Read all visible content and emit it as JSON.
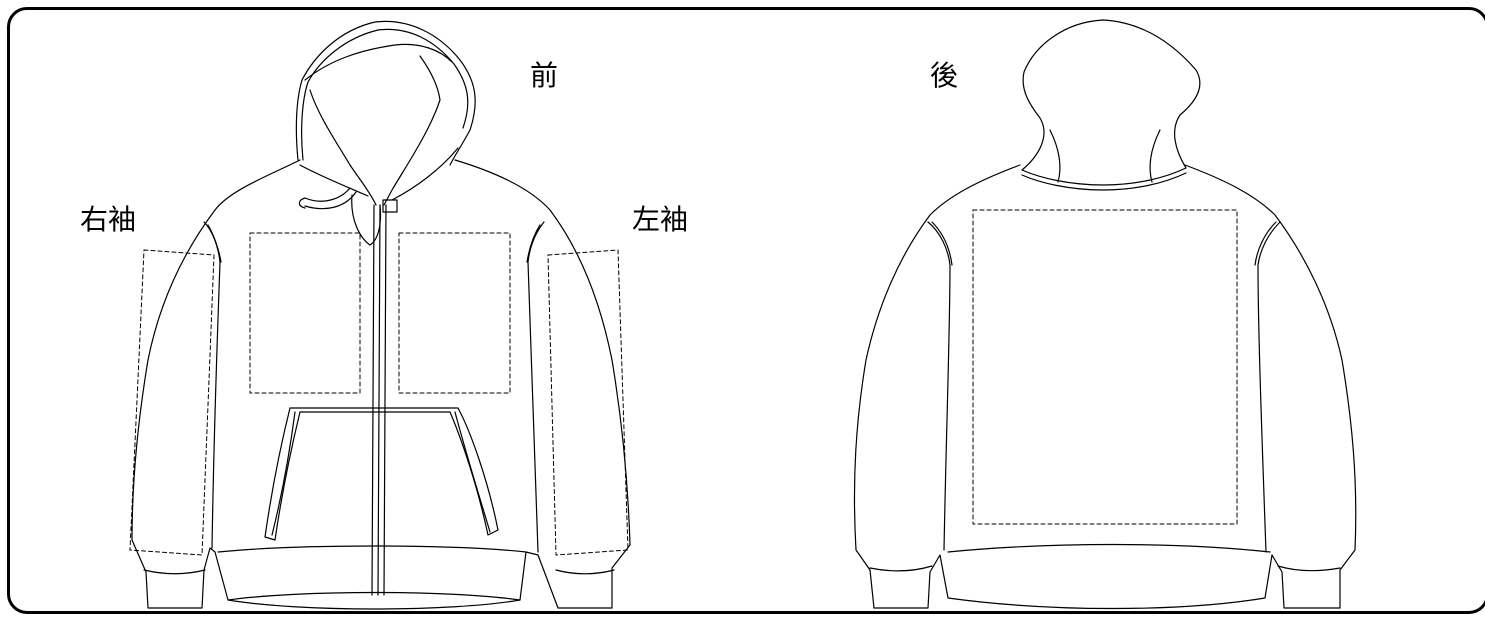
{
  "labels": {
    "front": "前",
    "back": "後",
    "right_sleeve": "右袖",
    "left_sleeve": "左袖"
  },
  "colors": {
    "outline": "#000000",
    "background": "#ffffff"
  }
}
